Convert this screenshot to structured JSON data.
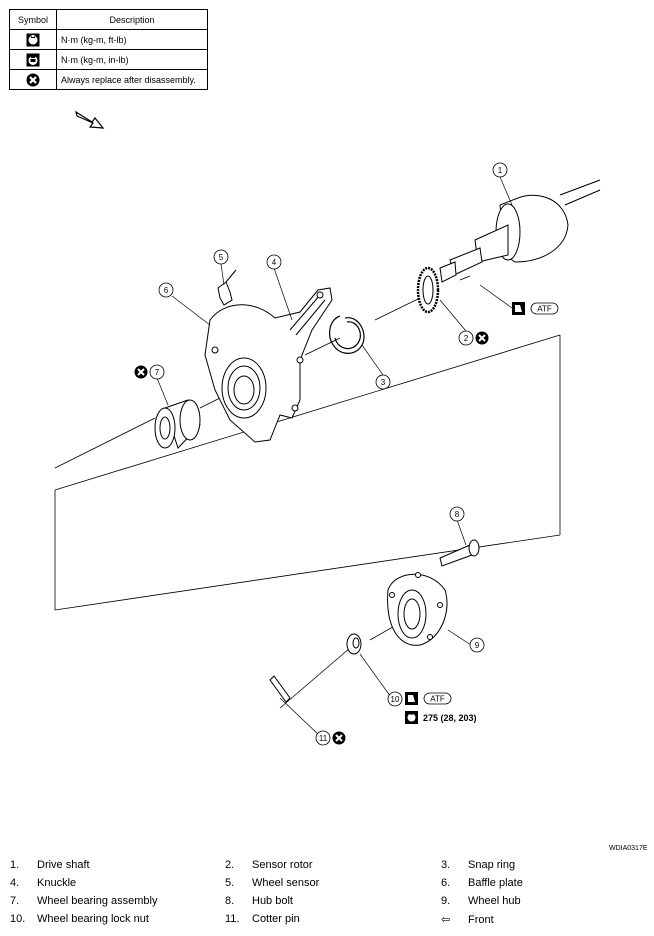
{
  "legend": {
    "header_symbol": "Symbol",
    "header_description": "Description",
    "rows": [
      {
        "icon": "torque-wrench-icon",
        "text": "N·m (kg-m, ft-lb)"
      },
      {
        "icon": "torque-wrench-small-icon",
        "text": "N·m (kg-m, in-lb)"
      },
      {
        "icon": "always-replace-icon",
        "text": "Always replace after disassembly."
      }
    ]
  },
  "diagram": {
    "callouts": [
      "1",
      "2",
      "3",
      "4",
      "5",
      "6",
      "7",
      "8",
      "9",
      "10",
      "11"
    ],
    "atf_label": "ATF",
    "torque_spec": "275 (28, 203)",
    "code": "WDIA0317E"
  },
  "parts": [
    {
      "num": "1.",
      "name": "Drive shaft"
    },
    {
      "num": "2.",
      "name": "Sensor rotor"
    },
    {
      "num": "3.",
      "name": "Snap ring"
    },
    {
      "num": "4.",
      "name": "Knuckle"
    },
    {
      "num": "5.",
      "name": "Wheel sensor"
    },
    {
      "num": "6.",
      "name": "Baffle plate"
    },
    {
      "num": "7.",
      "name": "Wheel bearing assembly"
    },
    {
      "num": "8.",
      "name": "Hub bolt"
    },
    {
      "num": "9.",
      "name": "Wheel hub"
    },
    {
      "num": "10.",
      "name": "Wheel bearing lock nut"
    },
    {
      "num": "11.",
      "name": "Cotter pin"
    },
    {
      "num": "⇦",
      "name": "Front"
    }
  ]
}
